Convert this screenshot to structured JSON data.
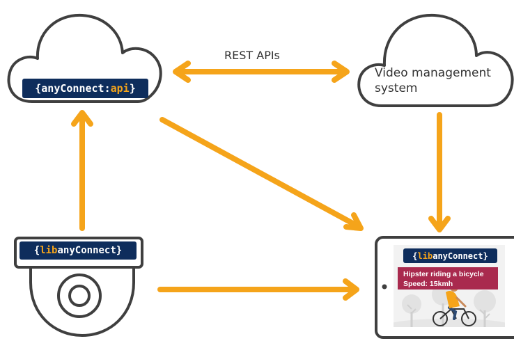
{
  "connections": {
    "rest_label": "REST APIs"
  },
  "api_cloud": {
    "open_brace": "{",
    "name": "anyConnect:",
    "accent": "api",
    "close_brace": "}"
  },
  "vms_cloud": {
    "label": "Video management system"
  },
  "camera": {
    "open_brace": "{",
    "accent": "lib",
    "name": "anyConnect",
    "close_brace": "}"
  },
  "tablet": {
    "open_brace": "{",
    "accent": "lib",
    "name": "anyConnect",
    "close_brace": "}",
    "overlay_line1": "Hipster riding a bicycle",
    "overlay_line2": "Speed: 15kmh"
  },
  "colors": {
    "arrow": "#f5a41a",
    "badge_bg": "#0e2d5c",
    "overlay_bg": "#a92a4e",
    "outline": "#3f3f3f"
  }
}
